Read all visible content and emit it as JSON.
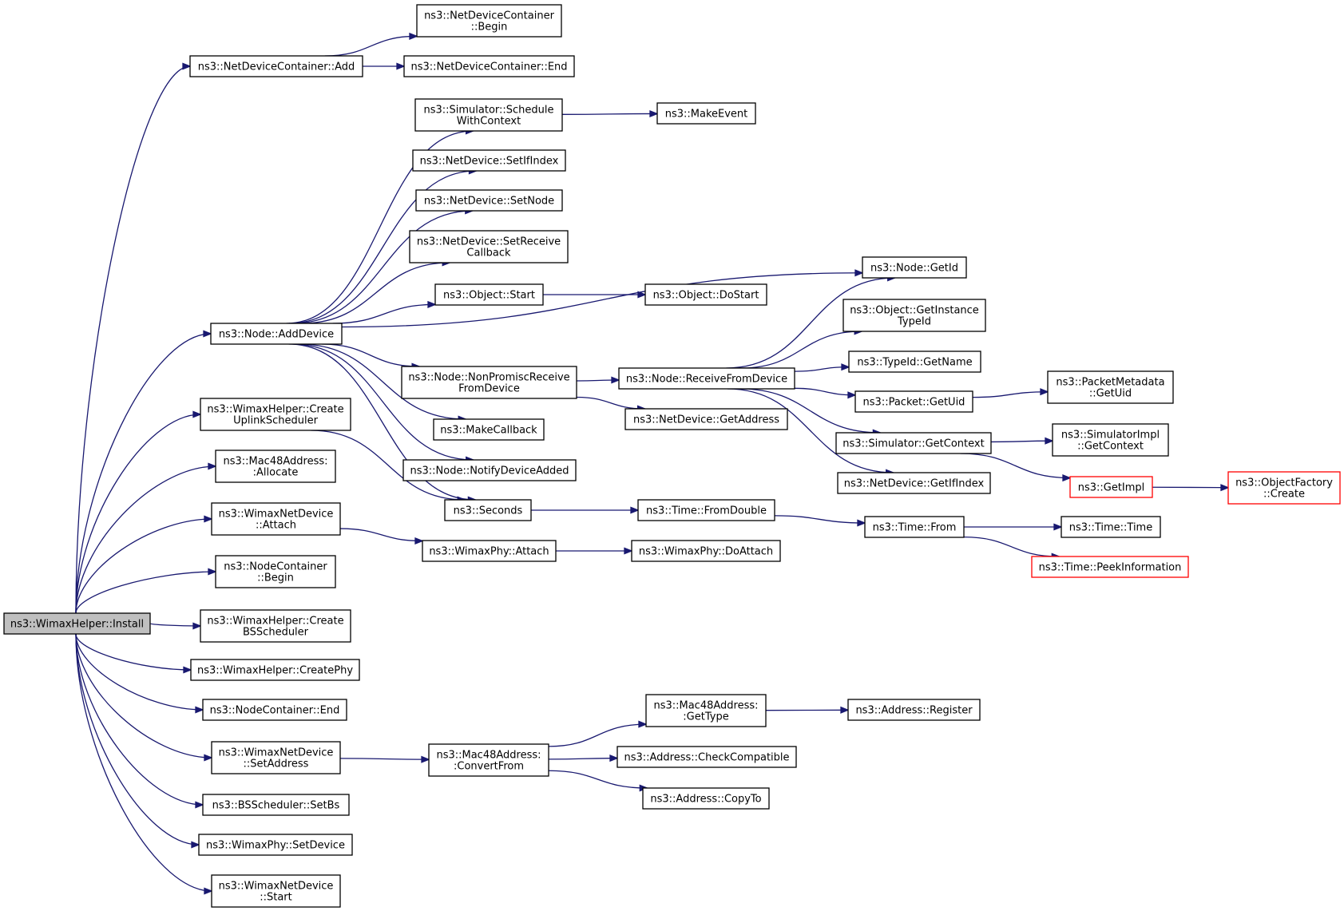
{
  "colors": {
    "edge": "#191970",
    "node_border": "#000000",
    "node_fill": "#ffffff",
    "root_fill": "#bfbfbf",
    "truncated_border": "#ff0000"
  },
  "nodes": [
    {
      "id": "install",
      "lines": [
        "ns3::WimaxHelper::Install"
      ],
      "style": "root"
    },
    {
      "id": "ndc_add",
      "lines": [
        "ns3::NetDeviceContainer::Add"
      ]
    },
    {
      "id": "ndc_begin",
      "lines": [
        "ns3::NetDeviceContainer",
        "::Begin"
      ]
    },
    {
      "id": "ndc_end",
      "lines": [
        "ns3::NetDeviceContainer::End"
      ]
    },
    {
      "id": "sim_schedwc",
      "lines": [
        "ns3::Simulator::Schedule",
        "WithContext"
      ]
    },
    {
      "id": "makeevent",
      "lines": [
        "ns3::MakeEvent"
      ]
    },
    {
      "id": "nd_setifindex",
      "lines": [
        "ns3::NetDevice::SetIfIndex"
      ]
    },
    {
      "id": "nd_setnode",
      "lines": [
        "ns3::NetDevice::SetNode"
      ]
    },
    {
      "id": "nd_setrecvcb",
      "lines": [
        "ns3::NetDevice::SetReceive",
        "Callback"
      ]
    },
    {
      "id": "obj_start",
      "lines": [
        "ns3::Object::Start"
      ]
    },
    {
      "id": "obj_dostart",
      "lines": [
        "ns3::Object::DoStart"
      ]
    },
    {
      "id": "node_adddevice",
      "lines": [
        "ns3::Node::AddDevice"
      ]
    },
    {
      "id": "node_getid",
      "lines": [
        "ns3::Node::GetId"
      ]
    },
    {
      "id": "obj_getinst",
      "lines": [
        "ns3::Object::GetInstance",
        "TypeId"
      ]
    },
    {
      "id": "typeid_getname",
      "lines": [
        "ns3::TypeId::GetName"
      ]
    },
    {
      "id": "node_nonpromisc",
      "lines": [
        "ns3::Node::NonPromiscReceive",
        "FromDevice"
      ]
    },
    {
      "id": "node_recvfromdev",
      "lines": [
        "ns3::Node::ReceiveFromDevice"
      ]
    },
    {
      "id": "packet_getuid",
      "lines": [
        "ns3::Packet::GetUid"
      ]
    },
    {
      "id": "pktmeta_getuid",
      "lines": [
        "ns3::PacketMetadata",
        "::GetUid"
      ]
    },
    {
      "id": "wh_createul",
      "lines": [
        "ns3::WimaxHelper::Create",
        "UplinkScheduler"
      ]
    },
    {
      "id": "makecallback",
      "lines": [
        "ns3::MakeCallback"
      ]
    },
    {
      "id": "nd_getaddress",
      "lines": [
        "ns3::NetDevice::GetAddress"
      ]
    },
    {
      "id": "sim_getcontext",
      "lines": [
        "ns3::Simulator::GetContext"
      ]
    },
    {
      "id": "simimpl_getcontext",
      "lines": [
        "ns3::SimulatorImpl",
        "::GetContext"
      ]
    },
    {
      "id": "mac48_allocate",
      "lines": [
        "ns3::Mac48Address:",
        ":Allocate"
      ]
    },
    {
      "id": "node_notifyadded",
      "lines": [
        "ns3::Node::NotifyDeviceAdded"
      ]
    },
    {
      "id": "nd_getifindex",
      "lines": [
        "ns3::NetDevice::GetIfIndex"
      ]
    },
    {
      "id": "getimpl",
      "lines": [
        "ns3::GetImpl"
      ],
      "style": "truncated"
    },
    {
      "id": "objfactory_create",
      "lines": [
        "ns3::ObjectFactory",
        "::Create"
      ],
      "style": "truncated"
    },
    {
      "id": "wnd_attach",
      "lines": [
        "ns3::WimaxNetDevice",
        "::Attach"
      ]
    },
    {
      "id": "seconds",
      "lines": [
        "ns3::Seconds"
      ]
    },
    {
      "id": "time_fromdouble",
      "lines": [
        "ns3::Time::FromDouble"
      ]
    },
    {
      "id": "time_from",
      "lines": [
        "ns3::Time::From"
      ]
    },
    {
      "id": "time_time",
      "lines": [
        "ns3::Time::Time"
      ]
    },
    {
      "id": "wphy_attach",
      "lines": [
        "ns3::WimaxPhy::Attach"
      ]
    },
    {
      "id": "wphy_doattach",
      "lines": [
        "ns3::WimaxPhy::DoAttach"
      ]
    },
    {
      "id": "nc_begin",
      "lines": [
        "ns3::NodeContainer",
        "::Begin"
      ]
    },
    {
      "id": "time_peekinfo",
      "lines": [
        "ns3::Time::PeekInformation"
      ],
      "style": "truncated"
    },
    {
      "id": "wh_createbs",
      "lines": [
        "ns3::WimaxHelper::Create",
        "BSScheduler"
      ]
    },
    {
      "id": "wh_createphy",
      "lines": [
        "ns3::WimaxHelper::CreatePhy"
      ]
    },
    {
      "id": "nc_end",
      "lines": [
        "ns3::NodeContainer::End"
      ]
    },
    {
      "id": "mac48_gettype",
      "lines": [
        "ns3::Mac48Address:",
        ":GetType"
      ]
    },
    {
      "id": "addr_register",
      "lines": [
        "ns3::Address::Register"
      ]
    },
    {
      "id": "wnd_setaddress",
      "lines": [
        "ns3::WimaxNetDevice",
        "::SetAddress"
      ]
    },
    {
      "id": "mac48_convertfrom",
      "lines": [
        "ns3::Mac48Address:",
        ":ConvertFrom"
      ]
    },
    {
      "id": "addr_checkcompat",
      "lines": [
        "ns3::Address::CheckCompatible"
      ]
    },
    {
      "id": "addr_copyto",
      "lines": [
        "ns3::Address::CopyTo"
      ]
    },
    {
      "id": "bss_setbs",
      "lines": [
        "ns3::BSScheduler::SetBs"
      ]
    },
    {
      "id": "wphy_setdevice",
      "lines": [
        "ns3::WimaxPhy::SetDevice"
      ]
    },
    {
      "id": "wnd_start",
      "lines": [
        "ns3::WimaxNetDevice",
        "::Start"
      ]
    }
  ],
  "edges": [
    [
      "install",
      "ndc_add"
    ],
    [
      "install",
      "node_adddevice"
    ],
    [
      "install",
      "wh_createul"
    ],
    [
      "install",
      "mac48_allocate"
    ],
    [
      "install",
      "wnd_attach"
    ],
    [
      "install",
      "nc_begin"
    ],
    [
      "install",
      "wh_createbs"
    ],
    [
      "install",
      "wh_createphy"
    ],
    [
      "install",
      "nc_end"
    ],
    [
      "install",
      "wnd_setaddress"
    ],
    [
      "install",
      "bss_setbs"
    ],
    [
      "install",
      "wphy_setdevice"
    ],
    [
      "install",
      "wnd_start"
    ],
    [
      "ndc_add",
      "ndc_begin"
    ],
    [
      "ndc_add",
      "ndc_end"
    ],
    [
      "node_adddevice",
      "sim_schedwc"
    ],
    [
      "node_adddevice",
      "nd_setifindex"
    ],
    [
      "node_adddevice",
      "nd_setnode"
    ],
    [
      "node_adddevice",
      "nd_setrecvcb"
    ],
    [
      "node_adddevice",
      "obj_start"
    ],
    [
      "node_adddevice",
      "node_getid"
    ],
    [
      "node_adddevice",
      "node_nonpromisc"
    ],
    [
      "node_adddevice",
      "makecallback"
    ],
    [
      "node_adddevice",
      "node_notifyadded"
    ],
    [
      "node_adddevice",
      "seconds"
    ],
    [
      "sim_schedwc",
      "makeevent"
    ],
    [
      "obj_start",
      "obj_dostart"
    ],
    [
      "node_nonpromisc",
      "node_recvfromdev"
    ],
    [
      "node_nonpromisc",
      "nd_getaddress"
    ],
    [
      "node_recvfromdev",
      "node_getid"
    ],
    [
      "node_recvfromdev",
      "obj_getinst"
    ],
    [
      "node_recvfromdev",
      "typeid_getname"
    ],
    [
      "node_recvfromdev",
      "packet_getuid"
    ],
    [
      "node_recvfromdev",
      "sim_getcontext"
    ],
    [
      "node_recvfromdev",
      "nd_getifindex"
    ],
    [
      "packet_getuid",
      "pktmeta_getuid"
    ],
    [
      "sim_getcontext",
      "simimpl_getcontext"
    ],
    [
      "sim_getcontext",
      "getimpl"
    ],
    [
      "getimpl",
      "objfactory_create"
    ],
    [
      "wh_createul",
      "seconds"
    ],
    [
      "seconds",
      "time_fromdouble"
    ],
    [
      "time_fromdouble",
      "time_from"
    ],
    [
      "time_from",
      "time_time"
    ],
    [
      "time_from",
      "time_peekinfo"
    ],
    [
      "wnd_attach",
      "wphy_attach"
    ],
    [
      "wphy_attach",
      "wphy_doattach"
    ],
    [
      "wnd_setaddress",
      "mac48_convertfrom"
    ],
    [
      "mac48_convertfrom",
      "mac48_gettype"
    ],
    [
      "mac48_convertfrom",
      "addr_checkcompat"
    ],
    [
      "mac48_convertfrom",
      "addr_copyto"
    ],
    [
      "mac48_gettype",
      "addr_register"
    ]
  ]
}
